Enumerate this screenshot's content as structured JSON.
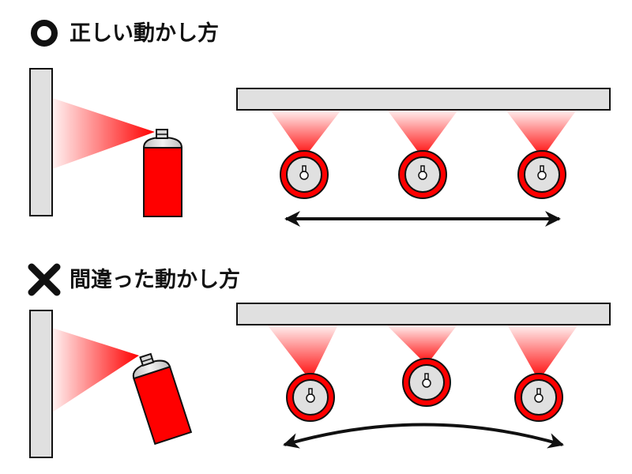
{
  "correct": {
    "title": "正しい動かし方",
    "symbol_icon": "circle-icon"
  },
  "wrong": {
    "title": "間違った動かし方",
    "symbol_icon": "cross-icon"
  },
  "colors": {
    "spray": "#ff0000",
    "panel_fill": "#e0e0e0",
    "outline": "#111111",
    "can_body": "#ff0000",
    "nozzle": "#d9d9d9"
  },
  "icons": {
    "wall": "wall-panel",
    "can": "spray-can-icon",
    "nozzle_circle": "spray-nozzle-icon",
    "motion": "double-arrow-icon"
  }
}
